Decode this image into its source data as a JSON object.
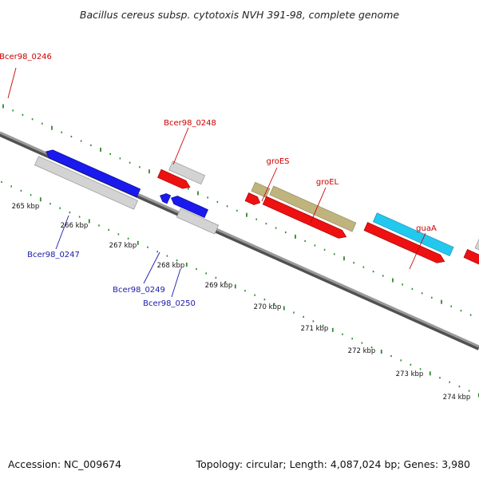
{
  "title": "Bacillus cereus subsp. cytotoxis NVH 391-98, complete genome",
  "footer": {
    "accession": "Accession: NC_009674",
    "info": "Topology: circular; Length: 4,087,024 bp; Genes: 3,980"
  },
  "colors": {
    "backbone": "#8a8a8a",
    "tick": "#2e8b2e",
    "cds_forward": "#ee1111",
    "cds_reverse": "#1a1aee",
    "gray": "#bdbdbd",
    "olive": "#bfb47e",
    "cyan": "#22c8ee",
    "label_forward": "#cc0000",
    "label_reverse": "#1a1aaa"
  },
  "ticks": [
    "265 kbp",
    "266 kbp",
    "267 kbp",
    "268 kbp",
    "269 kbp",
    "270 kbp",
    "271 kbp",
    "272 kbp",
    "273 kbp",
    "274 kbp"
  ],
  "labels": {
    "bcer98_0246": "Bcer98_0246",
    "bcer98_0248": "Bcer98_0248",
    "groES": "groES",
    "groEL": "groEL",
    "guaA": "guaA",
    "bcer98_0247": "Bcer98_0247",
    "bcer98_0249": "Bcer98_0249",
    "bcer98_0250": "Bcer98_0250"
  }
}
